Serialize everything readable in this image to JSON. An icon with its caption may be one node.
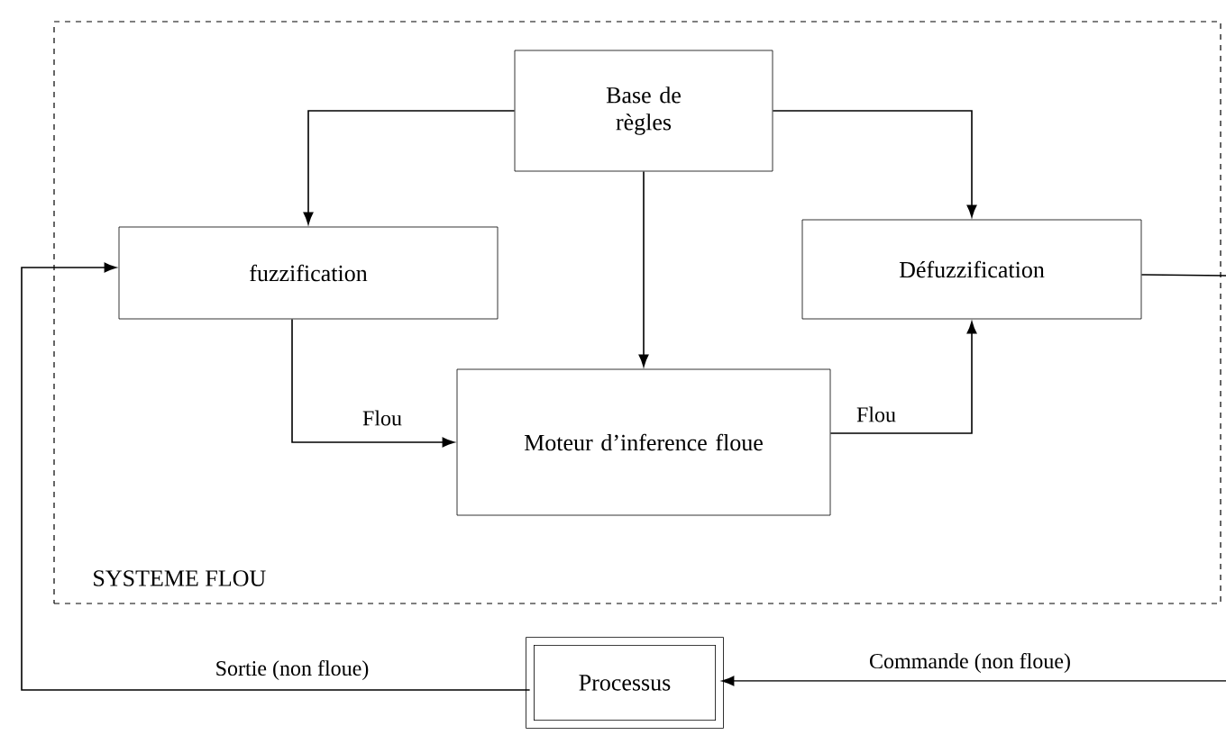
{
  "diagram": {
    "nodes": [
      {
        "text": [
          "SYSTEME  FLOU"
        ]
      },
      {
        "text": [
          "Base de règles"
        ],
        "in": 0
      },
      {
        "text": [
          "fuzzification"
        ],
        "in": 0
      },
      {
        "text": [
          "Défuzzification"
        ],
        "in": 0
      },
      {
        "text": [
          "Moteur d’inference floue"
        ],
        "in": 0
      },
      {
        "text": [
          "Processus"
        ]
      }
    ],
    "edges": [
      {
        "from": 1,
        "to": 2,
        "arrow": "to"
      },
      {
        "from": 1,
        "to": 3,
        "arrow": "to"
      },
      {
        "from": 1,
        "to": 4,
        "arrow": "to"
      },
      {
        "from": 2,
        "to": 4,
        "arrow": "to",
        "label": "Flou"
      },
      {
        "from": 4,
        "to": 3,
        "arrow": "to",
        "label": "Flou"
      },
      {
        "from": 3,
        "to": null,
        "arrow": "none"
      },
      {
        "from": null,
        "to": 5,
        "arrow": "to",
        "label": "Commande (non floue)"
      },
      {
        "from": 5,
        "to": 2,
        "arrow": "to",
        "label": "Sortie (non floue)"
      }
    ]
  }
}
